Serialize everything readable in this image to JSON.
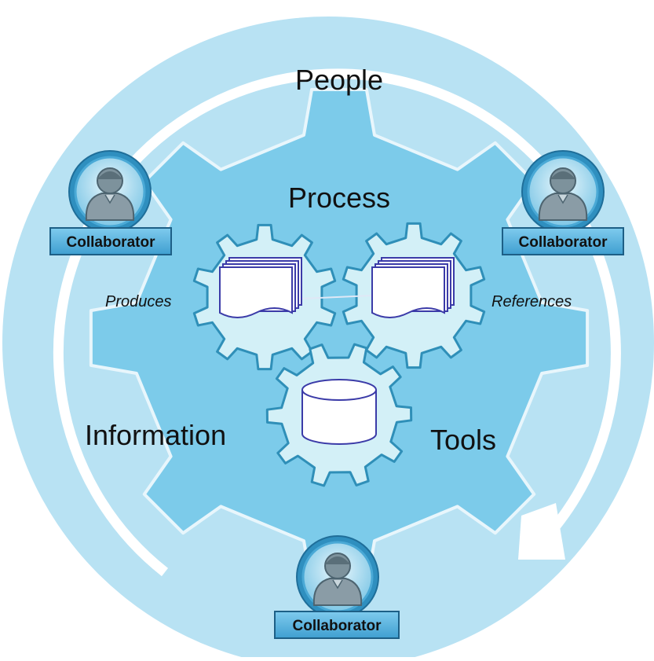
{
  "labels": {
    "people": "People",
    "process": "Process",
    "information": "Information",
    "tools": "Tools",
    "produces": "Produces",
    "references": "References"
  },
  "collaborators": [
    {
      "label": "Collaborator"
    },
    {
      "label": "Collaborator"
    },
    {
      "label": "Collaborator"
    }
  ],
  "colors": {
    "outer_ring": "#b8e2f3",
    "big_gear": "#7ccbea",
    "big_gear_stroke": "#e8f6fc",
    "inner_area": "#6cc3e7",
    "small_gear": "#d3f0f7",
    "small_gear_stroke": "#2f8fb8",
    "document_stroke": "#3b3ba8",
    "badge_fill": "#5bb3de",
    "badge_stroke": "#1d5f86",
    "avatar_ring": "#3a9dcc",
    "arrow": "#ffffff"
  },
  "icons": [
    "person-icon",
    "document-stack-icon",
    "database-icon",
    "circular-arrow-icon"
  ]
}
